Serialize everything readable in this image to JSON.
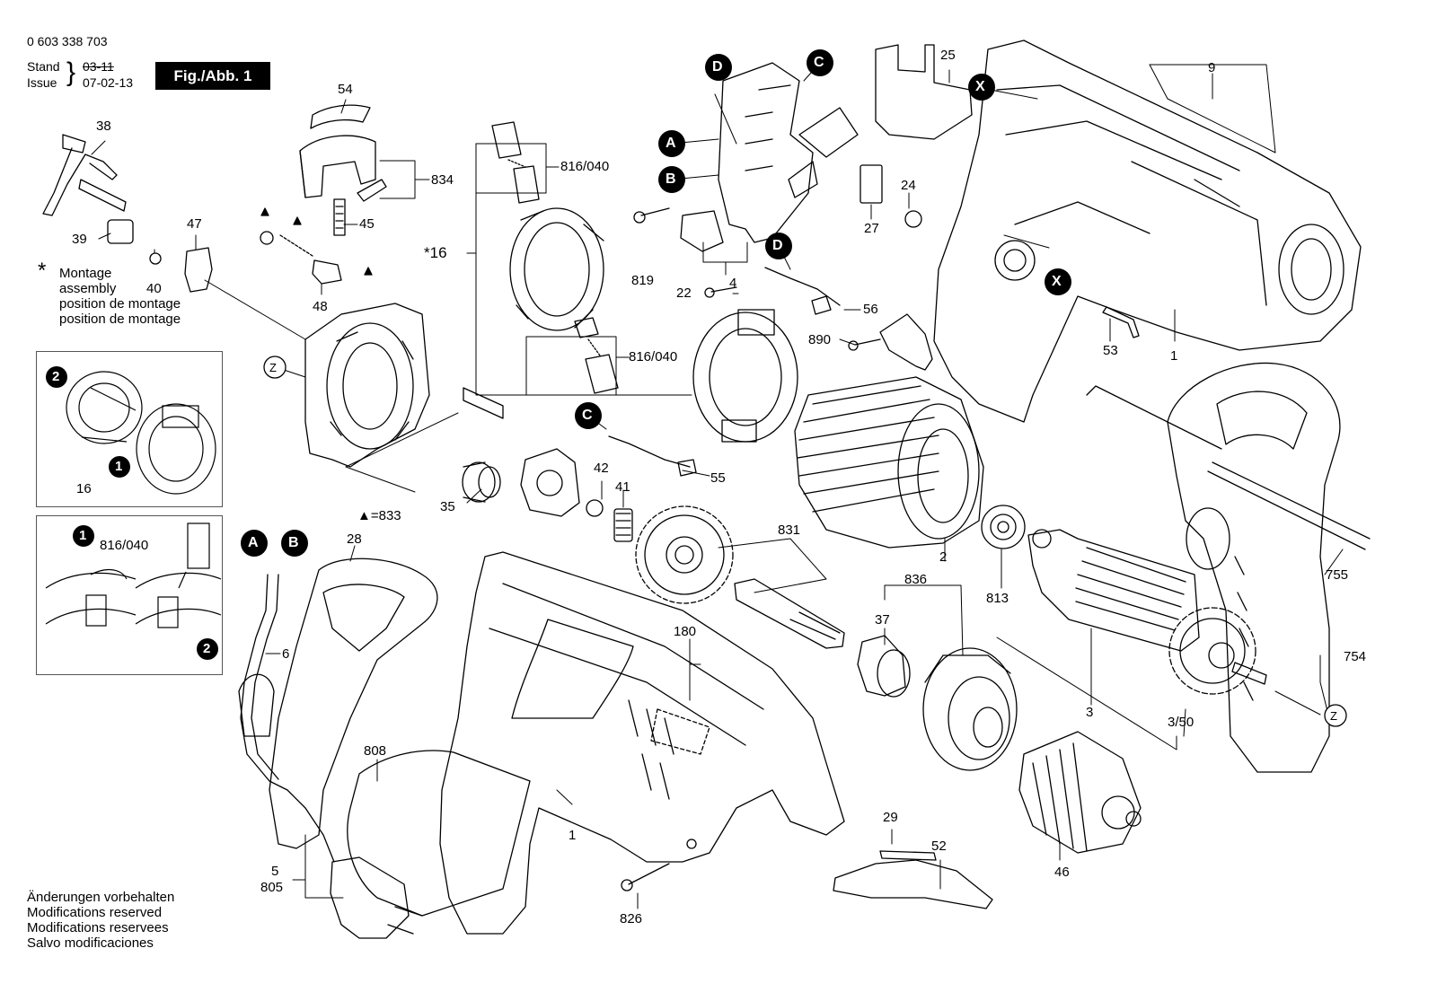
{
  "document_number": "0 603 338 703",
  "stand_label": "Stand",
  "issue_label": "Issue",
  "stand_date_struck": "03-11",
  "issue_date": "07-02-13",
  "figure_tag": "Fig./Abb. 1",
  "montage_note": {
    "marker": "*",
    "lines": [
      "Montage",
      "assembly",
      "position de montage",
      "position de montage"
    ]
  },
  "triangle_legend": "▲=833",
  "modifications_note": [
    "Änderungen vorbehalten",
    "Modifications reserved",
    "Modifications reservees",
    "Salvo modificaciones"
  ],
  "inset_1": {
    "step_a": "2",
    "step_b": "1",
    "part": "16"
  },
  "inset_2": {
    "step_a": "1",
    "step_b": "2",
    "part": "816/040"
  },
  "connector_letters": [
    "A",
    "B",
    "C",
    "D",
    "X",
    "Z"
  ],
  "part_numbers": {
    "p38": "38",
    "p39": "39",
    "p40": "40",
    "p47": "47",
    "p54": "54",
    "p834": "834",
    "p45": "45",
    "p48": "48",
    "p16": "*16",
    "p816a": "816/040",
    "p816b": "816/040",
    "p819": "819",
    "p22": "22",
    "p4": "4",
    "p56": "56",
    "p890": "890",
    "p25": "25",
    "p24": "24",
    "p27": "27",
    "p9": "9",
    "p53": "53",
    "p1a": "1",
    "p55": "55",
    "p42": "42",
    "p41": "41",
    "p35": "35",
    "p831": "831",
    "p2": "2",
    "p813": "813",
    "p836": "836",
    "p37": "37",
    "p3": "3",
    "p350": "3/50",
    "p755": "755",
    "p754": "754",
    "p28": "28",
    "p6": "6",
    "p808": "808",
    "p180": "180",
    "p1b": "1",
    "p826": "826",
    "p5": "5",
    "p805": "805",
    "p29": "29",
    "p52": "52",
    "p46": "46"
  }
}
